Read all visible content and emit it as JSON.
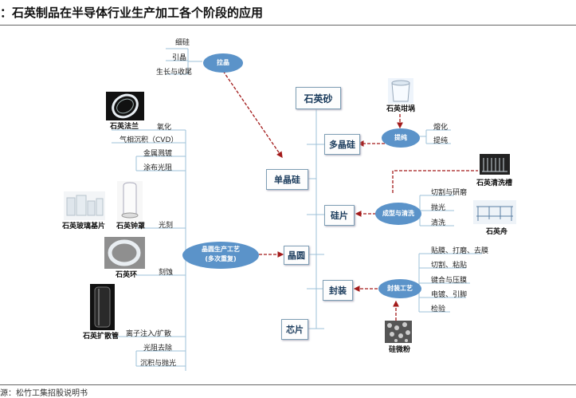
{
  "title": "：石英制品在半导体行业生产加工各个阶段的应用",
  "source": "源：松竹工集招股说明书",
  "colors": {
    "cloud": "#5b93c9",
    "line": "#9ec2d8",
    "arrow": "#a31b1b",
    "node_border": "#7f9fb5"
  },
  "center_nodes": {
    "quartz_sand": "石英砂",
    "polysilicon": "多晶硅",
    "monocrystal": "单晶硅",
    "wafer_chip": "硅片",
    "wafer": "晶圆",
    "package": "封装",
    "chip": "芯片"
  },
  "clouds": {
    "crystal_pulling": "拉晶",
    "purification": "提纯",
    "forming_cleaning": "成型与清洗",
    "wafer_process_l1": "晶圆生产工艺",
    "wafer_process_l2": "(多次重复)",
    "package_process": "封装工艺"
  },
  "pulling_items": [
    "细硅",
    "引晶",
    "生长与收尾"
  ],
  "purify_items": [
    "熔化",
    "提纯"
  ],
  "forming_items": [
    "切割与研磨",
    "抛光",
    "清洗"
  ],
  "package_items": [
    "贴膜、打磨、去膜",
    "切割、粘贴",
    "键合与压膜",
    "电镀、引脚",
    "检验"
  ],
  "wafer_steps": [
    "氧化",
    "气相沉积（CVD）",
    "金属溅镀",
    "涂布光阻",
    "光刻",
    "刻蚀",
    "离子注入/扩散",
    "光阻去除",
    "沉积与抛光"
  ],
  "products": {
    "crucible": "石英坩埚",
    "flange": "石英法兰",
    "glass_plate": "石英玻璃基片",
    "bell_jar": "石英钟罩",
    "ring": "石英环",
    "diffusion_tube": "石英扩散管",
    "cleaning_tank": "石英清洗槽",
    "boat": "石英舟",
    "silica_powder": "硅微粉"
  }
}
